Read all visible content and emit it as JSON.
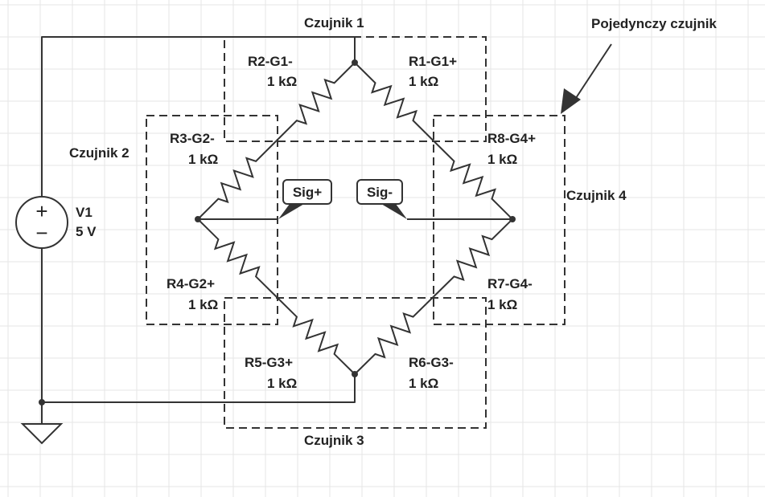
{
  "colors": {
    "grid": "#e6e6e6",
    "line": "#333333",
    "text": "#222222",
    "background": "#ffffff"
  },
  "source": {
    "name": "V1",
    "value": "5 V",
    "plus_symbol": "+",
    "minus_symbol": "−"
  },
  "sensors": {
    "s1": "Czujnik 1",
    "s2": "Czujnik 2",
    "s3": "Czujnik 3",
    "s4": "Czujnik 4",
    "single": "Pojedynczy czujnik"
  },
  "resistors": {
    "r1": {
      "name": "R1-G1+",
      "value": "1 kΩ"
    },
    "r2": {
      "name": "R2-G1-",
      "value": "1 kΩ"
    },
    "r3": {
      "name": "R3-G2-",
      "value": "1 kΩ"
    },
    "r4": {
      "name": "R4-G2+",
      "value": "1 kΩ"
    },
    "r5": {
      "name": "R5-G3+",
      "value": "1 kΩ"
    },
    "r6": {
      "name": "R6-G3-",
      "value": "1 kΩ"
    },
    "r7": {
      "name": "R7-G4-",
      "value": "1 kΩ"
    },
    "r8": {
      "name": "R8-G4+",
      "value": "1 kΩ"
    }
  },
  "signals": {
    "plus": "Sig+",
    "minus": "Sig-"
  }
}
